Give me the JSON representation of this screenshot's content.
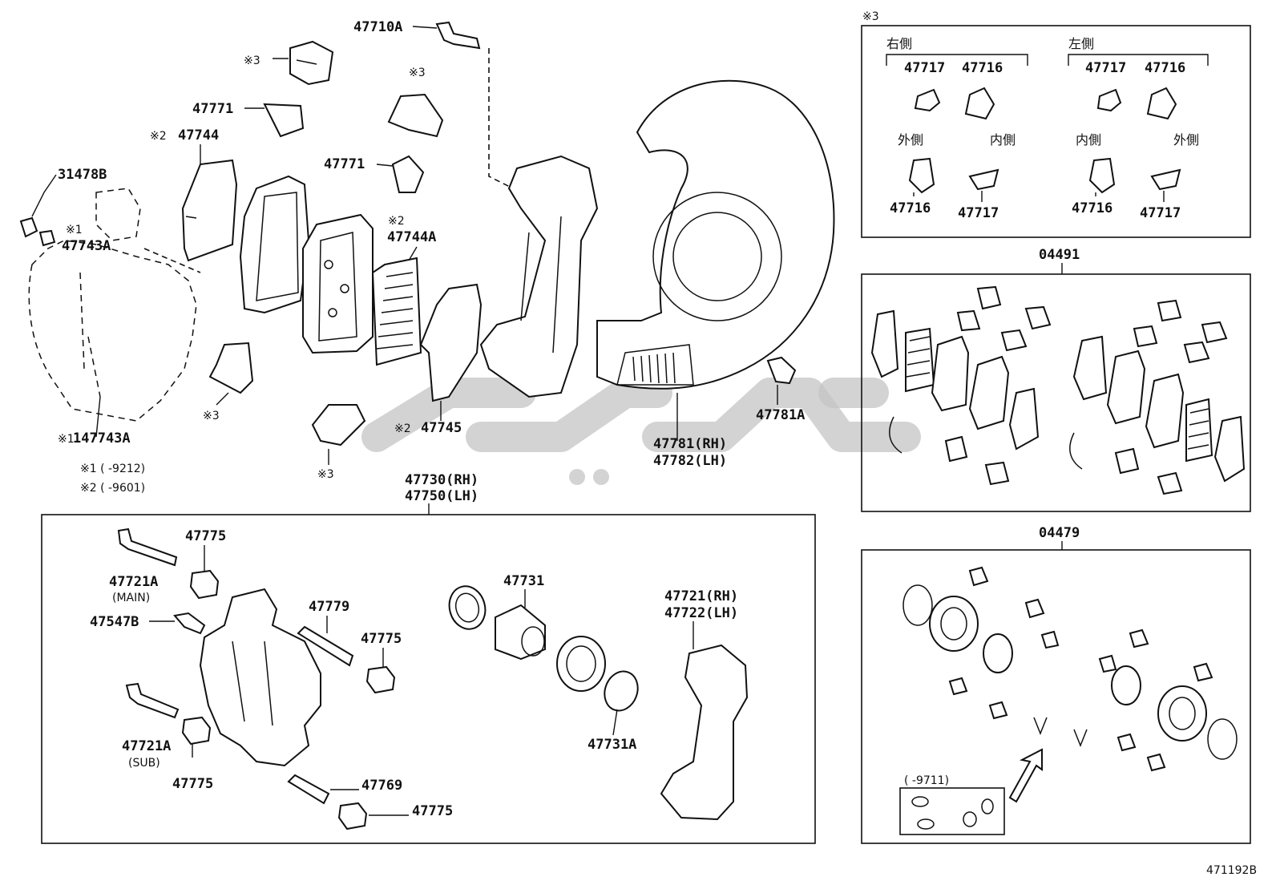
{
  "diagram_code": "471192B",
  "markers": {
    "m1": "※1",
    "m2": "※2",
    "m3": "※3"
  },
  "notes": {
    "n1": "※1 (      -9212)",
    "n2": "※2 (      -9601)",
    "kit_range": "(      -9711)"
  },
  "top_parts": {
    "p47710A": "47710A",
    "p47771a": "47771",
    "p47771b": "47771",
    "p47744": "47744",
    "p31478B": "31478B",
    "p47743A": "47743A",
    "p147743A": "147743A",
    "p47744A": "47744A",
    "p47745": "47745",
    "p47781A": "47781A",
    "p47781": "47781(RH)",
    "p47782": "47782(LH)",
    "p47730": "47730(RH)",
    "p47750": "47750(LH)"
  },
  "caliper_box": {
    "p47775_1": "47775",
    "p47721A_main": "47721A",
    "main": "(MAIN)",
    "p47547B": "47547B",
    "p47779": "47779",
    "p47775_2": "47775",
    "p47721A_sub": "47721A",
    "sub": "(SUB)",
    "p47775_3": "47775",
    "p47769": "47769",
    "p47775_4": "47775",
    "p47731": "47731",
    "p47731A": "47731A",
    "p47721": "47721(RH)",
    "p47722": "47722(LH)"
  },
  "shim_box": {
    "right_side": "右側",
    "left_side": "左側",
    "r_47717": "47717",
    "r_47716": "47716",
    "l_47717": "47717",
    "l_47716": "47716",
    "outer_r": "外側",
    "inner_r": "内側",
    "inner_l": "内側",
    "outer_l": "外側",
    "r_47716b": "47716",
    "r_47717b": "47717",
    "l_47716b": "47716",
    "l_47717b": "47717"
  },
  "kits": {
    "pad_kit": "04491",
    "seal_kit": "04479"
  }
}
